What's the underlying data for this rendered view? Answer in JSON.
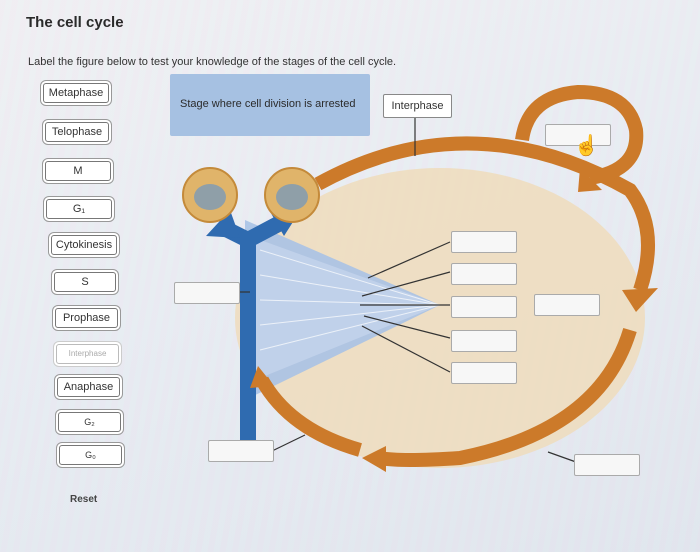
{
  "page": {
    "title": "The cell cycle",
    "instructions": "Label the figure below to test your knowledge of the stages of the cell cycle."
  },
  "label_bank": [
    {
      "label": "Metaphase",
      "used": false
    },
    {
      "label": "Telophase",
      "used": false
    },
    {
      "label": "M",
      "used": false
    },
    {
      "label": "G₁",
      "used": false
    },
    {
      "label": "Cytokinesis",
      "used": false
    },
    {
      "label": "S",
      "used": false
    },
    {
      "label": "Prophase",
      "used": false
    },
    {
      "label": "Interphase",
      "used": true
    },
    {
      "label": "Anaphase",
      "used": false
    },
    {
      "label": "G₂",
      "used": false
    },
    {
      "label": "G₀",
      "used": false
    }
  ],
  "reset_label": "Reset",
  "diagram": {
    "arrested_stage_box": "Stage where cell division is arrested",
    "placed_label": "Interphase"
  },
  "icons": [
    "hand-cursor-icon"
  ],
  "colors": {
    "orange_arrow": "#cc7a2a",
    "blue_arrow": "#2f6bb0",
    "wedge": "#a9c2e6",
    "cell_fill": "#efdcbc",
    "panel": "#a6c1e2"
  }
}
